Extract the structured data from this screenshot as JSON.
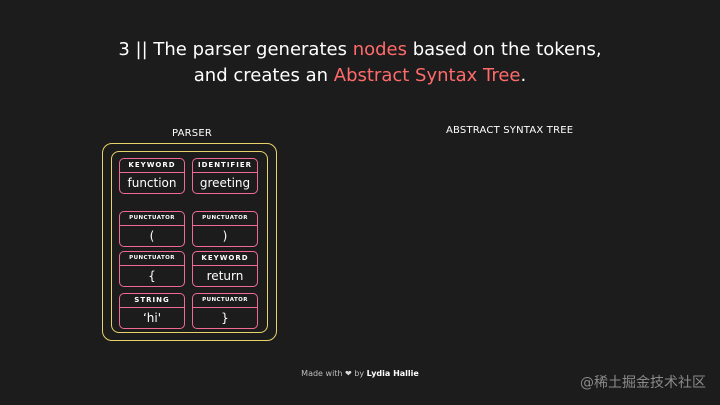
{
  "title": {
    "line1_prefix": "3 || The parser generates ",
    "line1_highlight": "nodes",
    "line1_suffix": " based on the tokens,",
    "line2_prefix": "and creates an ",
    "line2_highlight": "Abstract Syntax Tree",
    "line2_suffix": "."
  },
  "parser_label": "PARSER",
  "ast_label": "ABSTRACT SYNTAX TREE",
  "tokens": [
    {
      "type": "KEYWORD",
      "value": "function"
    },
    {
      "type": "IDENTIFIER",
      "value": "greeting"
    },
    {
      "type": "PUNCTUATOR",
      "value": "("
    },
    {
      "type": "PUNCTUATOR",
      "value": ")"
    },
    {
      "type": "PUNCTUATOR",
      "value": "{"
    },
    {
      "type": "KEYWORD",
      "value": "return"
    },
    {
      "type": "STRING",
      "value": "‘hi'"
    },
    {
      "type": "PUNCTUATOR",
      "value": "}"
    }
  ],
  "footer": {
    "made_with": "Made with",
    "heart": "❤",
    "by": "by",
    "author": "Lydia Hallie"
  },
  "watermark": "@稀土掘金技术社区",
  "colors": {
    "background": "#1c1c1c",
    "highlight": "#ff6b6b",
    "parser_border": "#e7d36a",
    "token_border": "#f06a95"
  }
}
